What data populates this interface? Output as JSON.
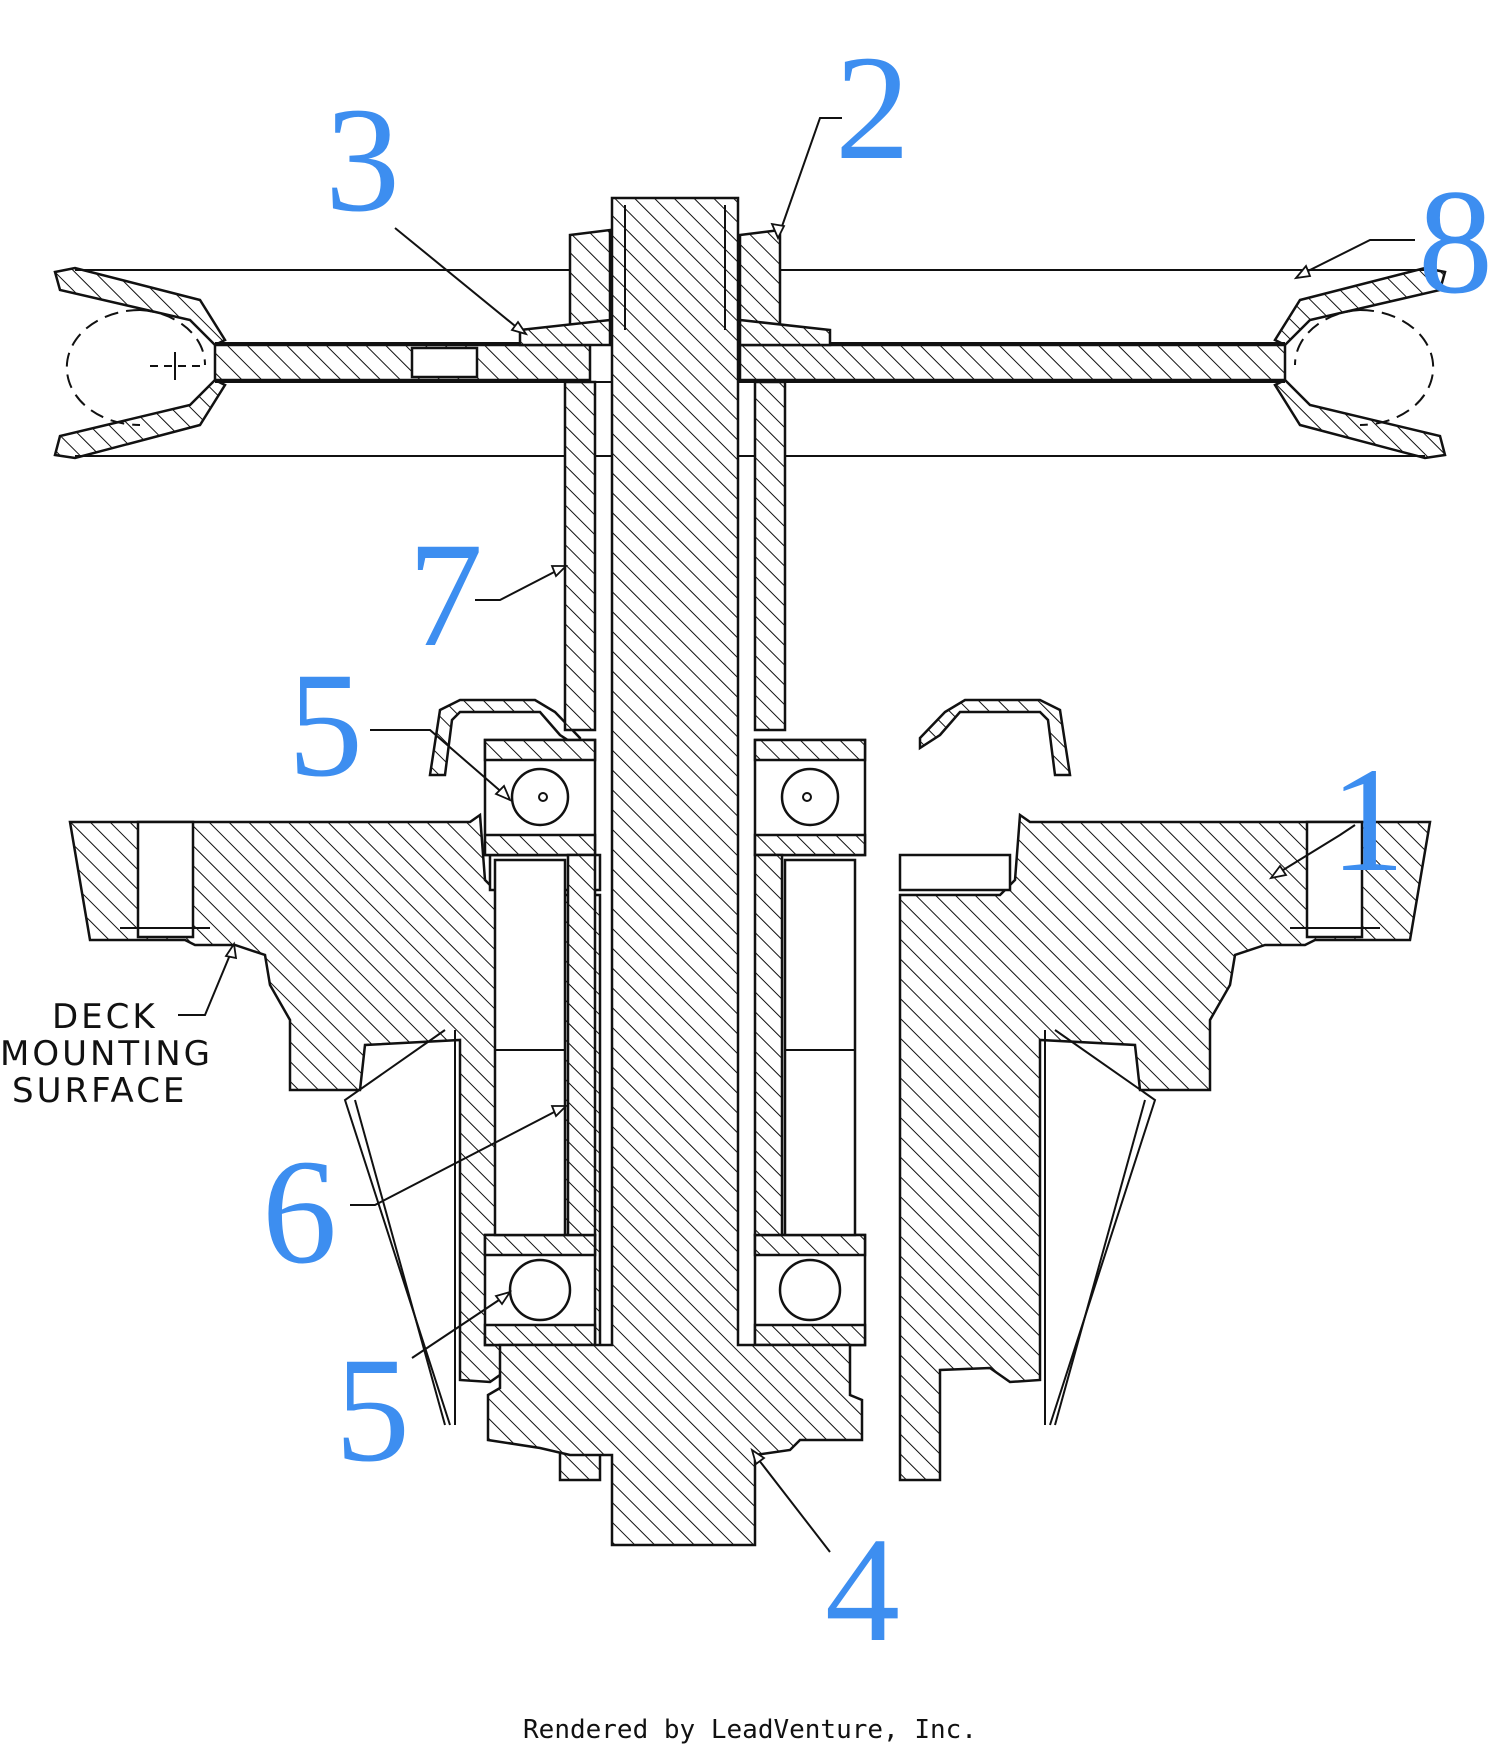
{
  "callouts": {
    "c1": "1",
    "c2": "2",
    "c3": "3",
    "c4": "4",
    "c5a": "5",
    "c5b": "5",
    "c6": "6",
    "c7": "7",
    "c8": "8"
  },
  "mounting_label": {
    "line1": "DECK",
    "line2": "MOUNTING",
    "line3": "SURFACE"
  },
  "credit": "Rendered by LeadVenture, Inc.",
  "colors": {
    "callout": "#3d8ef0",
    "line": "#111111",
    "background": "#ffffff"
  }
}
